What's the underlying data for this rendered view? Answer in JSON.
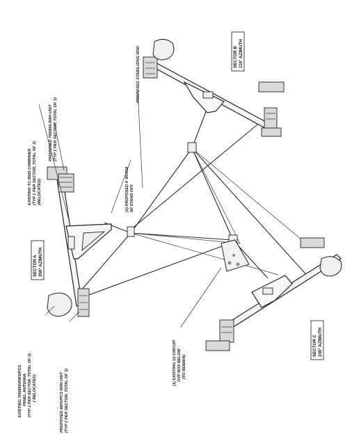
{
  "sectors": {
    "a": {
      "name": "SECTOR A",
      "azimuth": "350° AZIMUTH"
    },
    "b": {
      "name": "SECTOR B",
      "azimuth": "110° AZIMUTH"
    },
    "c": {
      "name": "SECTOR C",
      "azimuth": "230° AZIMUTH"
    }
  },
  "callouts": {
    "combiner": [
      "EXISTING TC-8505 COMBINER",
      "(TYP 1 PER SECTOR, TOTAL OF 3)",
      "(RELOCATED)"
    ],
    "rrh_700": [
      "PROPOSED 700/850 RRH UNIT",
      "(TYP 1 PER SECTOR, TOTAL OF 3)"
    ],
    "stabilizing_rod": [
      "PROPOSED STABILIZING ROD"
    ],
    "boom": [
      "(3) PROPOSED 6' BOOM",
      "W/ STAND OFF"
    ],
    "panel_antenna": [
      "EXISTING 700/850/AWS/PCS",
      "PANEL ANTENNA",
      "(TYP 1 PER SECTOR, TOTAL OF 3)",
      "( RELOCATED)"
    ],
    "rrh_aws": [
      "PROPOSED AWS/PCS RRH UNIT",
      "(TYP 1 PER SECTOR, TOTAL OF 3)"
    ],
    "ovp_box": [
      "(1) EXISTING 12-CIRCUIT",
      "OVP BOX BELOW",
      "(TO REMAIN)"
    ]
  }
}
